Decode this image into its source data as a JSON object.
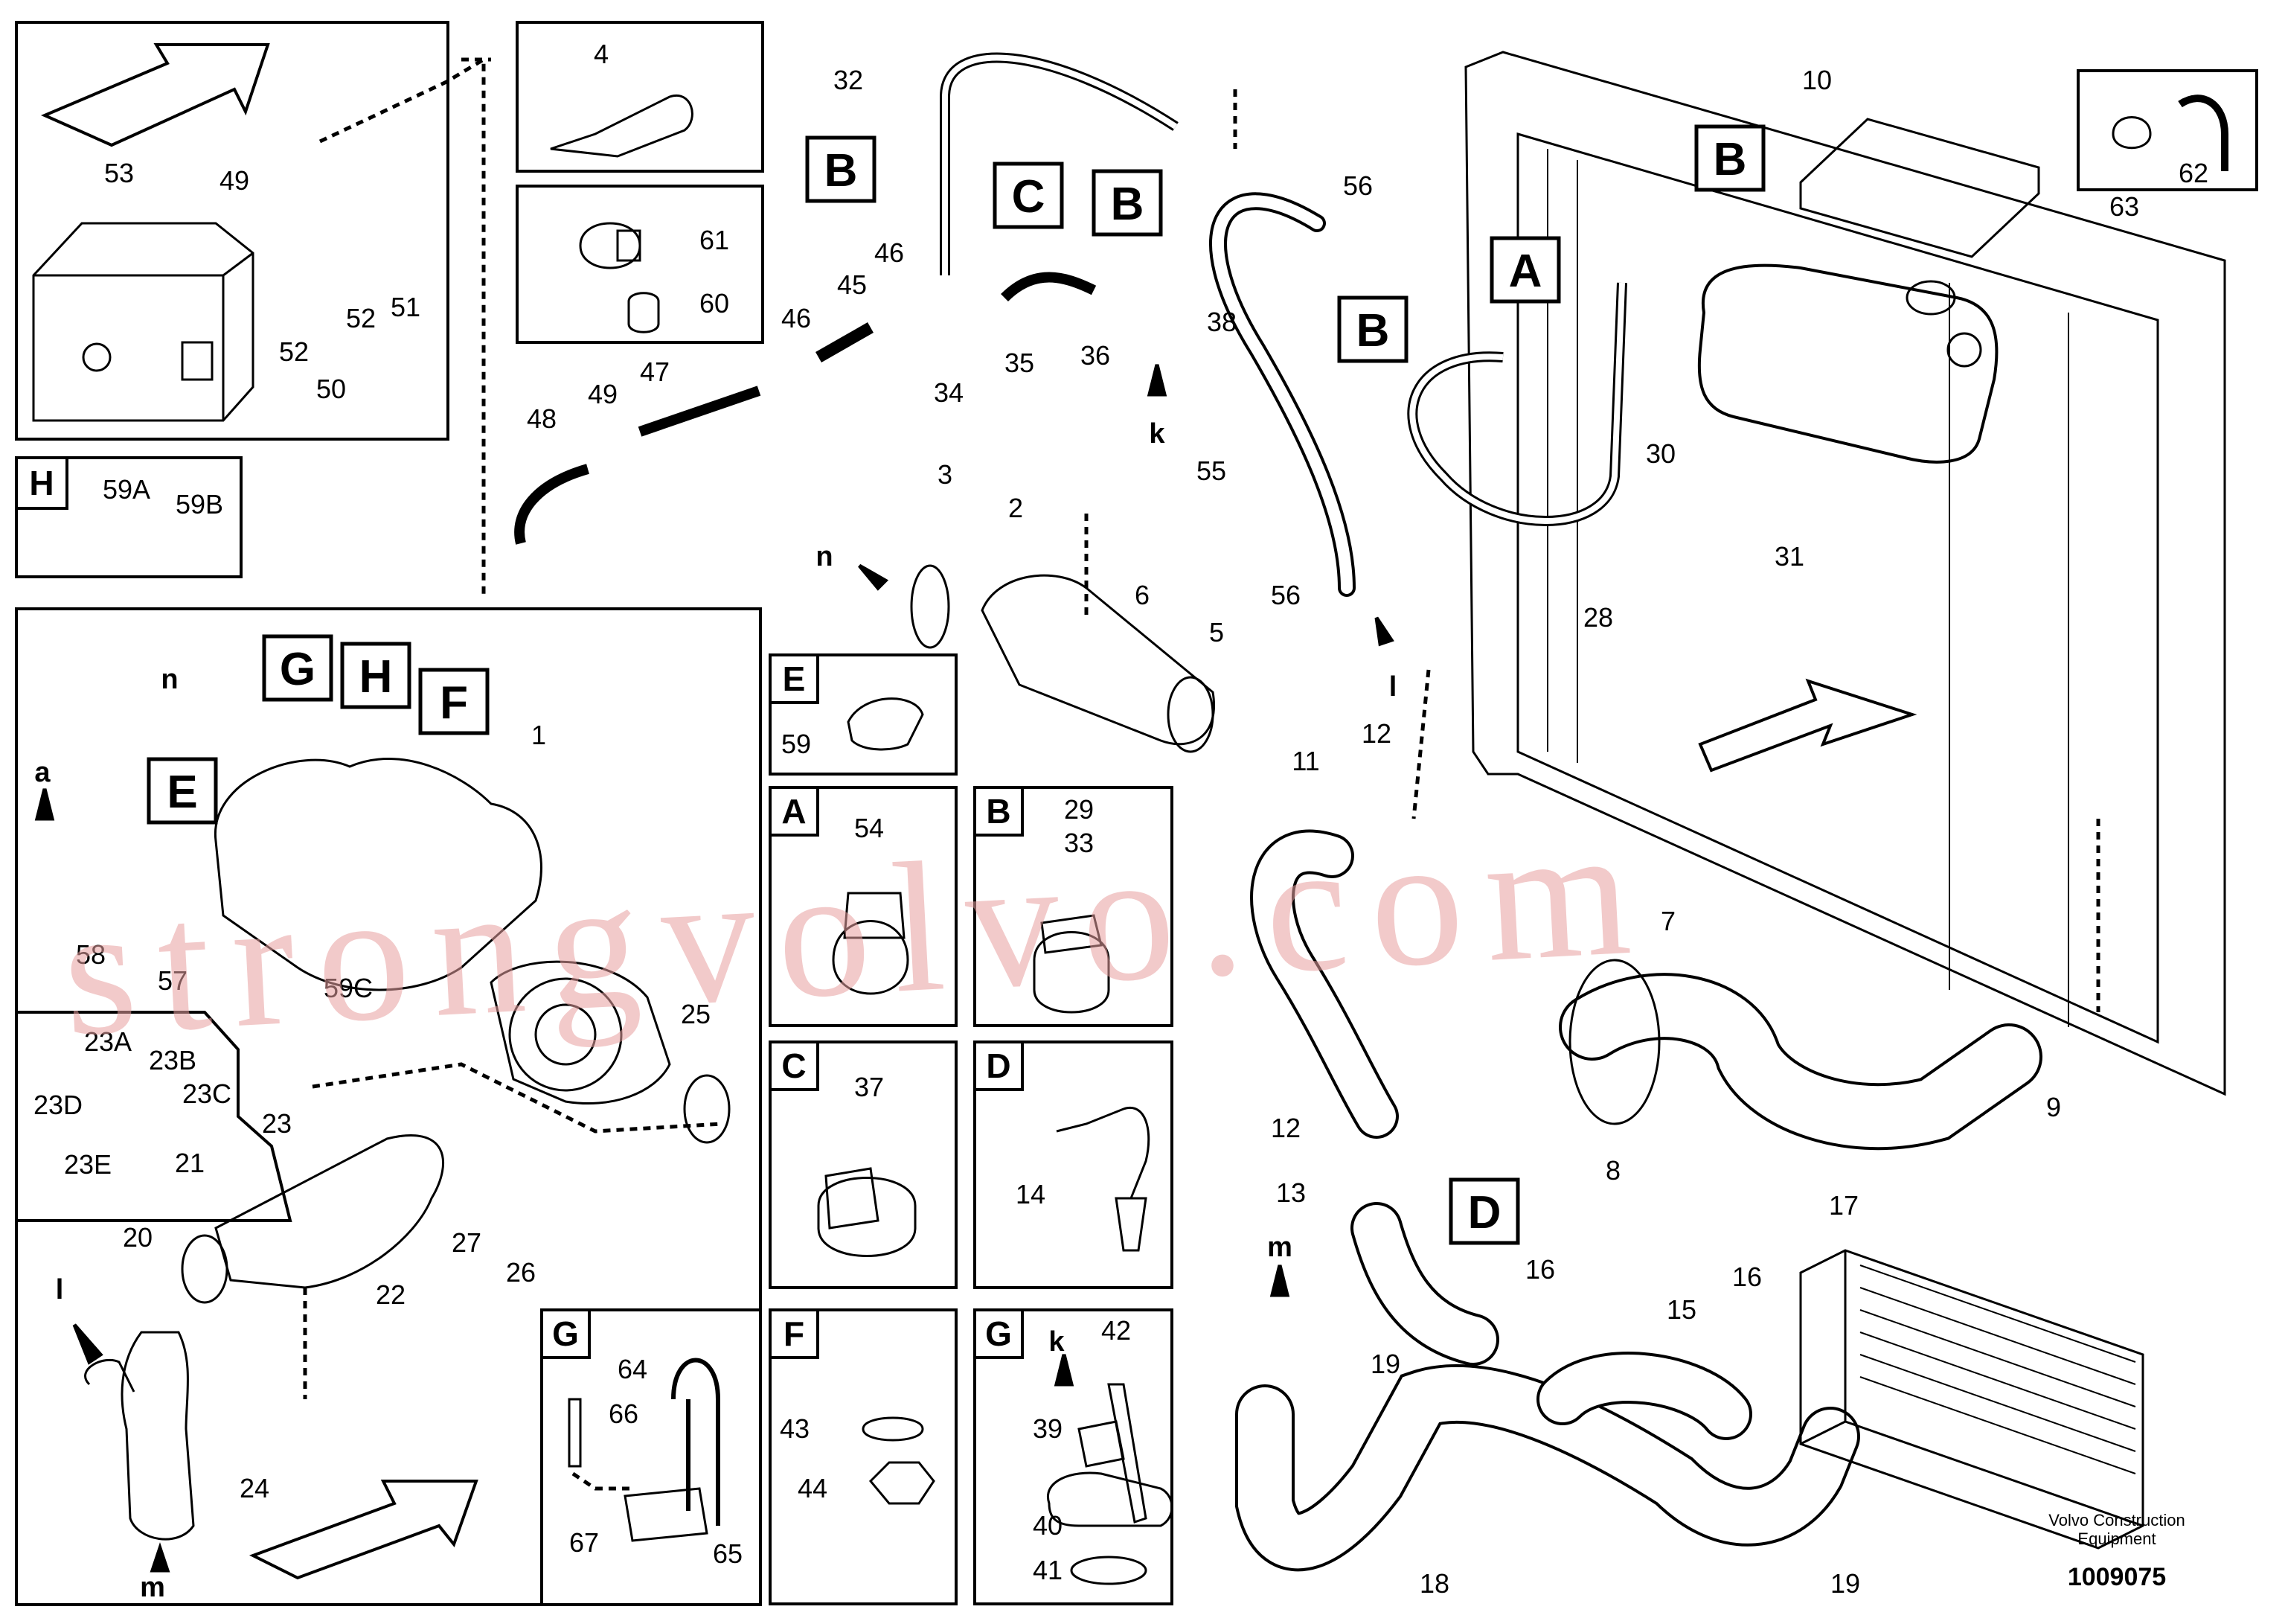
{
  "boxes": {
    "cylinder_head": {
      "letter": "",
      "labels": [
        "53",
        "49",
        "50",
        "51",
        "52",
        "52"
      ]
    },
    "tube": {
      "letter": "",
      "labels": [
        "4"
      ]
    },
    "grommet": {
      "letter": "",
      "labels": [
        "61",
        "60"
      ]
    },
    "H": {
      "letter": "H",
      "labels": [
        "59A",
        "59B"
      ]
    },
    "main_pump": {
      "letter": "",
      "labels": [
        "a",
        "n",
        "58",
        "57",
        "59C",
        "1",
        "25",
        "23",
        "22",
        "27",
        "26",
        "21",
        "20",
        "24",
        "l",
        "m"
      ]
    },
    "inset_23": {
      "letter": "",
      "labels": [
        "23A",
        "23B",
        "23C",
        "23D",
        "23E"
      ]
    },
    "E": {
      "letter": "E",
      "labels": [
        "59"
      ]
    },
    "A": {
      "letter": "A",
      "labels": [
        "54"
      ]
    },
    "B": {
      "letter": "B",
      "labels": [
        "29",
        "33"
      ]
    },
    "C": {
      "letter": "C",
      "labels": [
        "37"
      ]
    },
    "D": {
      "letter": "D",
      "labels": [
        "14"
      ]
    },
    "F": {
      "letter": "F",
      "labels": [
        "43",
        "44"
      ]
    },
    "G_small": {
      "letter": "G",
      "labels": [
        "k",
        "42",
        "39",
        "40",
        "41"
      ]
    },
    "G_pipe": {
      "letter": "G",
      "labels": [
        "64",
        "66",
        "67",
        "65"
      ]
    },
    "clamp_63": {
      "letter": "",
      "labels": [
        "63",
        "62"
      ]
    }
  },
  "callouts": [
    "B",
    "C",
    "B",
    "A",
    "B",
    "B",
    "G",
    "H",
    "F",
    "E",
    "D"
  ],
  "part_labels": [
    "32",
    "46",
    "45",
    "46",
    "34",
    "35",
    "36",
    "38",
    "k",
    "48",
    "49",
    "47",
    "3",
    "2",
    "n",
    "6",
    "5",
    "55",
    "56",
    "56",
    "l",
    "10",
    "30",
    "28",
    "31",
    "12",
    "11",
    "7",
    "8",
    "9",
    "12",
    "13",
    "16",
    "16",
    "15",
    "17",
    "m",
    "19",
    "18",
    "19"
  ],
  "watermark": "strongvolvo.com",
  "footer": {
    "brand_line1": "Volvo Construction",
    "brand_line2": "Equipment",
    "doc_number": "1009075"
  }
}
